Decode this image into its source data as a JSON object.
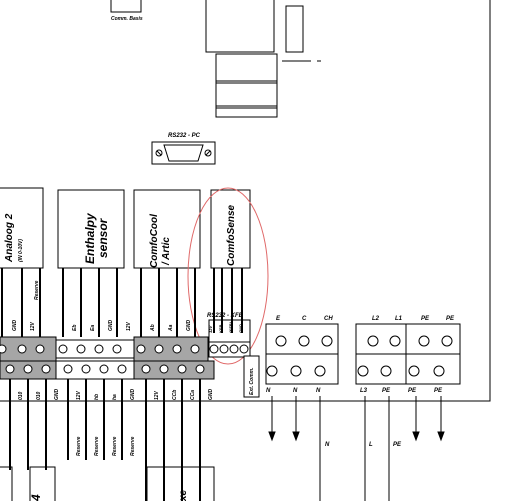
{
  "labels": {
    "comm_basis": "Comm. Basis",
    "rs232_pc": "RS232 - PC",
    "rs232_kfb": "RS232 - KFB",
    "ext_comm": "Ext. Comm.",
    "modules": {
      "analoog": "Analoog 2",
      "analoog_sub": "(IN 0-10V)",
      "enthalpy_1": "Enthalpy",
      "enthalpy_2": "sensor",
      "comfocool_1": "ComfoCool",
      "comfocool_2": "/ Artic",
      "comfosense": "ComfoSense",
      "partial_4": "4",
      "partial_xe": "xe"
    },
    "upper_terminals": [
      "GND",
      "12V",
      "Reserve",
      "Eb",
      "Ea",
      "GND",
      "12V",
      "Ab",
      "Aa",
      "GND"
    ],
    "lower_terminals": [
      "010",
      "010",
      "GND",
      "12V",
      "hb",
      "ha",
      "GND",
      "12V",
      "CCb",
      "CCa",
      "GND"
    ],
    "bottom_reserve": "Reserve",
    "kfb_pins": [
      "12V",
      "KFB",
      "(KFB)",
      "GND"
    ],
    "power_top": [
      "E",
      "C",
      "CH",
      "L2",
      "L1",
      "PE",
      "PE"
    ],
    "power_bottom": [
      "N",
      "N",
      "N",
      "L3",
      "PE",
      "PE",
      "PE"
    ],
    "power_out": [
      "N",
      "L",
      "PE"
    ]
  },
  "colors": {
    "line": "#000000",
    "terminal_fill": "#a6a6a6",
    "highlight": "#e06a6a"
  }
}
